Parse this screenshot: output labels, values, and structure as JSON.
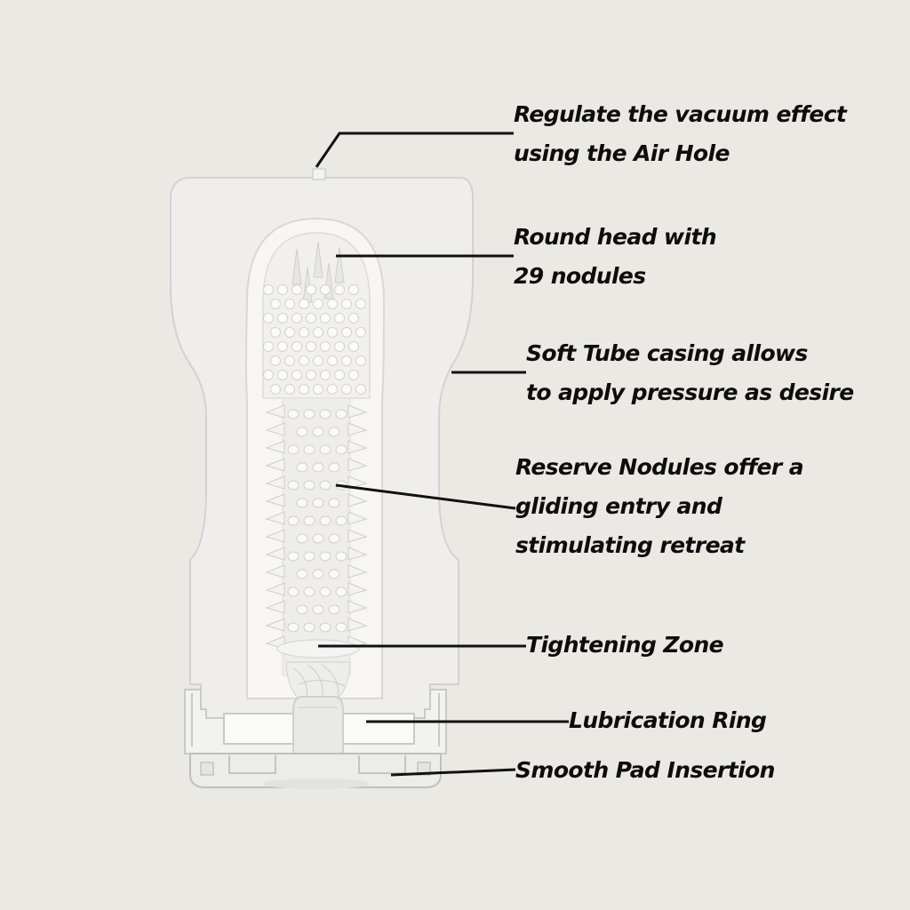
{
  "colors": {
    "background": "#ebe9e4",
    "casing": "#efeeec",
    "sleeve": "#f7f6f3",
    "outline": "#cfcfcf",
    "leader": "#111111",
    "text": "#0d0d0d"
  },
  "callouts": [
    {
      "id": "air-hole",
      "lines": [
        "Regulate the vacuum effect",
        "using the Air Hole"
      ]
    },
    {
      "id": "round-head",
      "lines": [
        "Round head with",
        "29 nodules"
      ]
    },
    {
      "id": "soft-tube",
      "lines": [
        "Soft Tube casing allows",
        "to apply pressure as desire"
      ]
    },
    {
      "id": "reserve-nodules",
      "lines": [
        "Reserve Nodules offer a",
        "gliding entry and",
        "stimulating retreat"
      ]
    },
    {
      "id": "tightening-zone",
      "lines": [
        "Tightening Zone"
      ]
    },
    {
      "id": "lubrication-ring",
      "lines": [
        "Lubrication Ring"
      ]
    },
    {
      "id": "smooth-pad",
      "lines": [
        "Smooth Pad Insertion"
      ]
    }
  ]
}
